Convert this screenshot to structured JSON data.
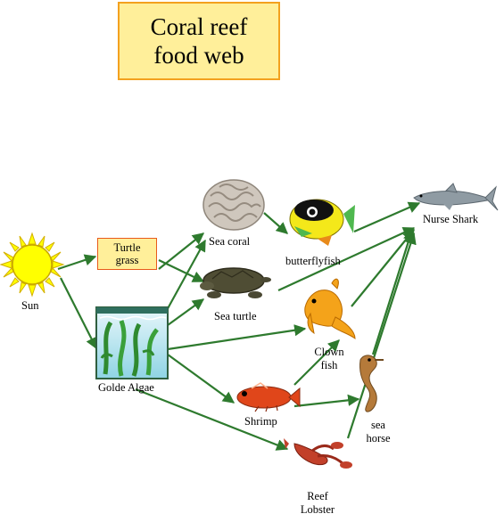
{
  "title": {
    "line1": "Coral reef",
    "line2": "food web"
  },
  "organisms": {
    "sun": "Sun",
    "turtle_grass": {
      "line1": "Turtle",
      "line2": "grass"
    },
    "golden_algae": "Golde Algae",
    "sea_coral": "Sea coral",
    "sea_turtle": "Sea turtle",
    "butterflyfish": "butterflyfish",
    "clown_fish": {
      "line1": "Clown",
      "line2": "fish"
    },
    "shrimp": "Shrimp",
    "reef_lobster": {
      "line1": "Reef",
      "line2": "Lobster"
    },
    "sea_horse": {
      "line1": "sea",
      "line2": "horse"
    },
    "nurse_shark": "Nurse Shark"
  },
  "arrows": [
    {
      "from": "Sun",
      "to": "Turtle grass"
    },
    {
      "from": "Sun",
      "to": "Golde Algae"
    },
    {
      "from": "Turtle grass",
      "to": "Sea coral"
    },
    {
      "from": "Turtle grass",
      "to": "Sea turtle"
    },
    {
      "from": "Golde Algae",
      "to": "Sea coral"
    },
    {
      "from": "Golde Algae",
      "to": "Sea turtle"
    },
    {
      "from": "Golde Algae",
      "to": "Clown fish"
    },
    {
      "from": "Golde Algae",
      "to": "Shrimp"
    },
    {
      "from": "Golde Algae",
      "to": "Reef Lobster"
    },
    {
      "from": "Sea coral",
      "to": "butterflyfish"
    },
    {
      "from": "butterflyfish",
      "to": "Nurse Shark"
    },
    {
      "from": "Sea turtle",
      "to": "Nurse Shark"
    },
    {
      "from": "Clown fish",
      "to": "Nurse Shark"
    },
    {
      "from": "Shrimp",
      "to": "Clown fish"
    },
    {
      "from": "Shrimp",
      "to": "sea horse"
    },
    {
      "from": "sea horse",
      "to": "Nurse Shark"
    },
    {
      "from": "Reef Lobster",
      "to": "Nurse Shark"
    }
  ],
  "colors": {
    "arrow": "#2e7a2e",
    "title_bg": "#ffef9a",
    "title_border": "#f3a11f"
  }
}
